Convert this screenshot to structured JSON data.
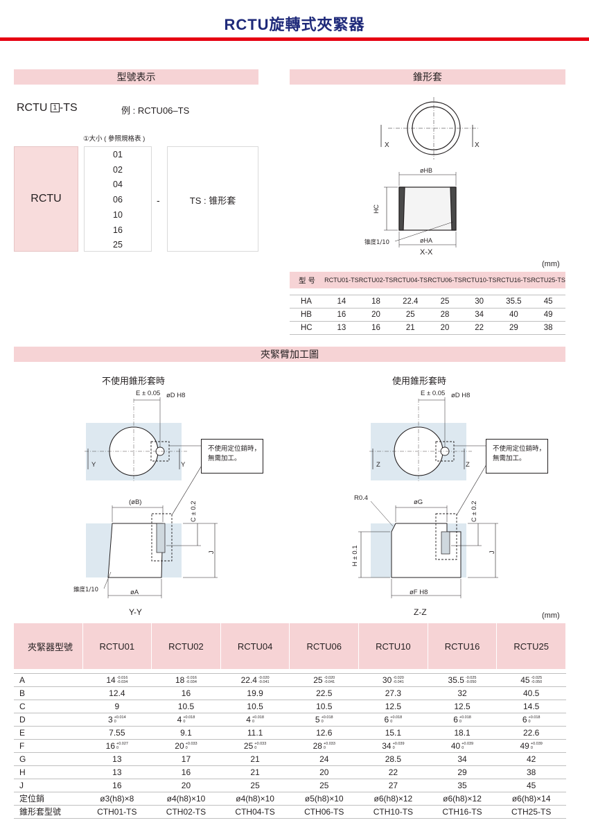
{
  "page_title": "RCTU旋轉式夾緊器",
  "sections": {
    "model_code": "型號表示",
    "taper_sleeve": "錐形套",
    "arm_machining": "夾緊臂加工圖"
  },
  "model": {
    "code_prefix": "RCTU",
    "code_box": "1",
    "code_suffix": "-TS",
    "example": "例 : RCTU06–TS",
    "size_note": "①大小 ( 參照規格表 )",
    "series": "RCTU",
    "sizes": [
      "01",
      "02",
      "04",
      "06",
      "10",
      "16",
      "25"
    ],
    "dash": "-",
    "option": "TS : 锥形套"
  },
  "sleeve_diagram": {
    "x_label": "X",
    "hb": "øHB",
    "hc": "HC",
    "taper": "锥度1/10",
    "ha": "øHA",
    "caption": "X-X"
  },
  "unit": "(mm)",
  "sleeve_table": {
    "header": "型 号",
    "columns": [
      "RCTU01-TS",
      "RCTU02-TS",
      "RCTU04-TS",
      "RCTU06-TS",
      "RCTU10-TS",
      "RCTU16-TS",
      "RCTU25-TS"
    ],
    "rows": [
      {
        "label": "HA",
        "values": [
          "14",
          "18",
          "22.4",
          "25",
          "30",
          "35.5",
          "45"
        ]
      },
      {
        "label": "HB",
        "values": [
          "16",
          "20",
          "25",
          "28",
          "34",
          "40",
          "49"
        ]
      },
      {
        "label": "HC",
        "values": [
          "13",
          "16",
          "21",
          "20",
          "22",
          "29",
          "38"
        ]
      }
    ]
  },
  "diagrams": {
    "left_title": "不使用錐形套時",
    "right_title": "使用錐形套時",
    "e_dim": "E ± 0.05",
    "d_dim": "øD H8",
    "note_line1": "不使用定位銷時，",
    "note_line2": "無需加工。",
    "y_label": "Y",
    "z_label": "Z",
    "b_dim": "(øB)",
    "c_dim": "C ± 0.2",
    "j_dim": "J",
    "taper": "錐度1/10",
    "a_dim": "øA",
    "left_caption": "Y-Y",
    "r_dim": "R0.4",
    "g_dim": "øG",
    "h_dim": "H ± 0.1",
    "f_dim": "øF H8",
    "right_caption": "Z-Z"
  },
  "main_table": {
    "header": "夾緊器型號",
    "columns": [
      "RCTU01",
      "RCTU02",
      "RCTU04",
      "RCTU06",
      "RCTU10",
      "RCTU16",
      "RCTU25"
    ],
    "rows": [
      {
        "label": "A",
        "cells": [
          {
            "v": "14",
            "u": "-0.016",
            "l": "-0.034"
          },
          {
            "v": "18",
            "u": "-0.016",
            "l": "-0.034"
          },
          {
            "v": "22.4",
            "u": "-0.020",
            "l": "-0.041"
          },
          {
            "v": "25",
            "u": "-0.020",
            "l": "-0.041"
          },
          {
            "v": "30",
            "u": "-0.020",
            "l": "-0.041"
          },
          {
            "v": "35.5",
            "u": "-0.025",
            "l": "-0.050"
          },
          {
            "v": "45",
            "u": "-0.025",
            "l": "-0.050"
          }
        ]
      },
      {
        "label": "B",
        "cells": [
          {
            "v": "12.4"
          },
          {
            "v": "16"
          },
          {
            "v": "19.9"
          },
          {
            "v": "22.5"
          },
          {
            "v": "27.3"
          },
          {
            "v": "32"
          },
          {
            "v": "40.5"
          }
        ]
      },
      {
        "label": "C",
        "cells": [
          {
            "v": "9"
          },
          {
            "v": "10.5"
          },
          {
            "v": "10.5"
          },
          {
            "v": "10.5"
          },
          {
            "v": "12.5"
          },
          {
            "v": "12.5"
          },
          {
            "v": "14.5"
          }
        ]
      },
      {
        "label": "D",
        "cells": [
          {
            "v": "3",
            "u": "+0.014",
            "l": "0"
          },
          {
            "v": "4",
            "u": "+0.018",
            "l": "0"
          },
          {
            "v": "4",
            "u": "+0.018",
            "l": "0"
          },
          {
            "v": "5",
            "u": "+0.018",
            "l": "0"
          },
          {
            "v": "6",
            "u": "+0.018",
            "l": "0"
          },
          {
            "v": "6",
            "u": "+0.018",
            "l": "0"
          },
          {
            "v": "6",
            "u": "+0.018",
            "l": "0"
          }
        ]
      },
      {
        "label": "E",
        "cells": [
          {
            "v": "7.55"
          },
          {
            "v": "9.1"
          },
          {
            "v": "11.1"
          },
          {
            "v": "12.6"
          },
          {
            "v": "15.1"
          },
          {
            "v": "18.1"
          },
          {
            "v": "22.6"
          }
        ]
      },
      {
        "label": "F",
        "cells": [
          {
            "v": "16",
            "u": "+0.027",
            "l": "0"
          },
          {
            "v": "20",
            "u": "+0.033",
            "l": "0"
          },
          {
            "v": "25",
            "u": "+0.033",
            "l": "0"
          },
          {
            "v": "28",
            "u": "+0.033",
            "l": "0"
          },
          {
            "v": "34",
            "u": "+0.039",
            "l": "0"
          },
          {
            "v": "40",
            "u": "+0.039",
            "l": "0"
          },
          {
            "v": "49",
            "u": "+0.039",
            "l": "0"
          }
        ]
      },
      {
        "label": "G",
        "cells": [
          {
            "v": "13"
          },
          {
            "v": "17"
          },
          {
            "v": "21"
          },
          {
            "v": "24"
          },
          {
            "v": "28.5"
          },
          {
            "v": "34"
          },
          {
            "v": "42"
          }
        ]
      },
      {
        "label": "H",
        "cells": [
          {
            "v": "13"
          },
          {
            "v": "16"
          },
          {
            "v": "21"
          },
          {
            "v": "20"
          },
          {
            "v": "22"
          },
          {
            "v": "29"
          },
          {
            "v": "38"
          }
        ]
      },
      {
        "label": "J",
        "cells": [
          {
            "v": "16"
          },
          {
            "v": "20"
          },
          {
            "v": "25"
          },
          {
            "v": "25"
          },
          {
            "v": "27"
          },
          {
            "v": "35"
          },
          {
            "v": "45"
          }
        ]
      },
      {
        "label": "定位銷",
        "cells": [
          {
            "v": "ø3(h8)×8"
          },
          {
            "v": "ø4(h8)×10"
          },
          {
            "v": "ø4(h8)×10"
          },
          {
            "v": "ø5(h8)×10"
          },
          {
            "v": "ø6(h8)×12"
          },
          {
            "v": "ø6(h8)×12"
          },
          {
            "v": "ø6(h8)×14"
          }
        ]
      },
      {
        "label": "錐形套型號",
        "cells": [
          {
            "v": "CTH01-TS"
          },
          {
            "v": "CTH02-TS"
          },
          {
            "v": "CTH04-TS"
          },
          {
            "v": "CTH06-TS"
          },
          {
            "v": "CTH10-TS"
          },
          {
            "v": "CTH16-TS"
          },
          {
            "v": "CTH25-TS"
          }
        ]
      }
    ]
  }
}
